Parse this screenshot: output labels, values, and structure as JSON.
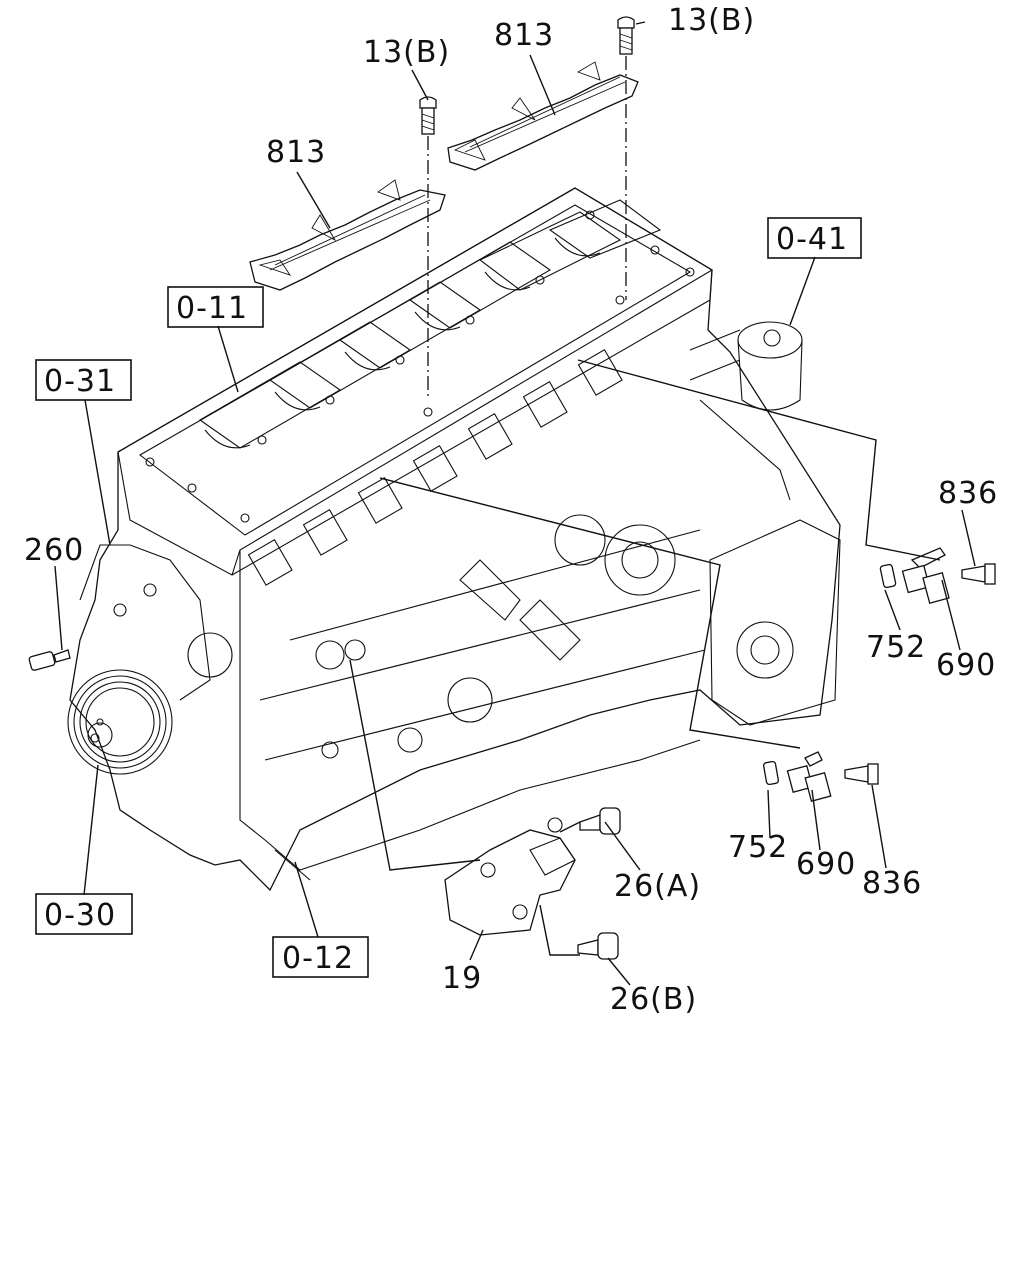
{
  "labels": {
    "l13b_1": "13(B)",
    "l13b_2": "13(B)",
    "l813_1": "813",
    "l813_2": "813",
    "ref041": "0-41",
    "ref011": "0-11",
    "ref031": "0-31",
    "l836_1": "836",
    "l260": "260",
    "l752_1": "752",
    "l690_1": "690",
    "l752_2": "752",
    "l690_2": "690",
    "l836_2": "836",
    "l26a": "26(A)",
    "ref030": "0-30",
    "ref012": "0-12",
    "l19": "19",
    "l26b": "26(B)"
  }
}
